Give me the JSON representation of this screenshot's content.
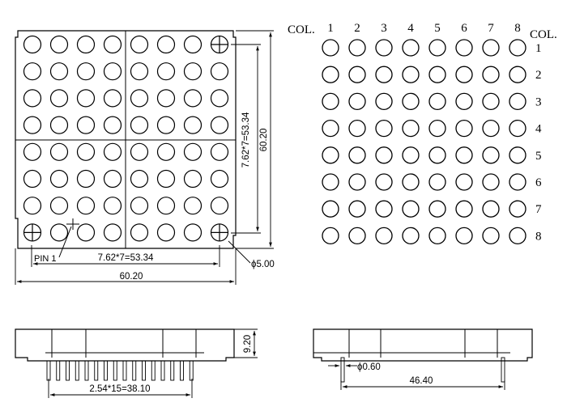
{
  "labels": {
    "col_left": "COL.",
    "col_right": "COL.",
    "col_numbers": [
      "1",
      "2",
      "3",
      "4",
      "5",
      "6",
      "7",
      "8"
    ],
    "row_numbers": [
      "1",
      "2",
      "3",
      "4",
      "5",
      "6",
      "7",
      "8"
    ],
    "pin1": "PIN 1",
    "pitch_h": "7.62*7=53.34",
    "pitch_v": "7.62*7=53.34",
    "width_total": "60.20",
    "height_total": "60.20",
    "diameter": "ϕ5.00",
    "pin_pitch": "2.54*15=38.10",
    "body_height": "9.20",
    "pin_diameter": "ϕ0.60",
    "side_width": "46.40"
  },
  "matrix": {
    "rows": 8,
    "cols": 8
  }
}
